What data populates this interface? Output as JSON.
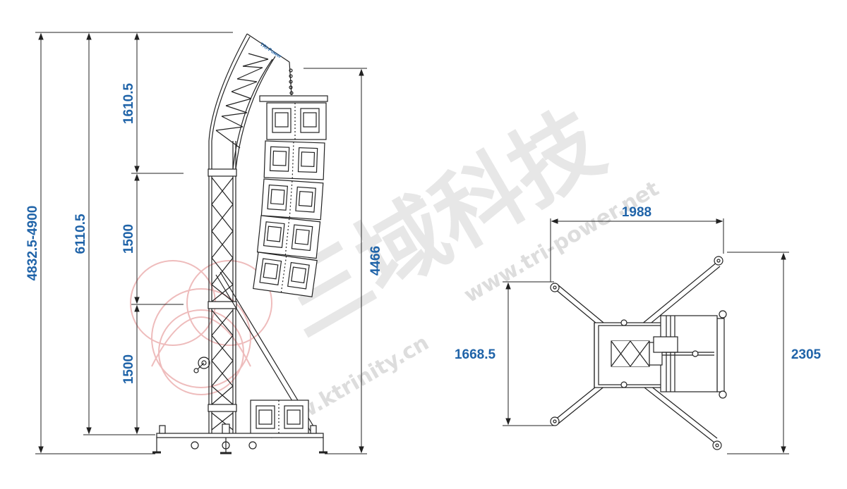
{
  "side_view": {
    "dimensions": {
      "overall_height": "4832.5-4900",
      "tower_height": "6110.5",
      "top_section": "1610.5",
      "middle_section": "1500",
      "bottom_section": "1500",
      "array_height": "4466"
    },
    "brand_label": "TRI-Power"
  },
  "top_view": {
    "dimensions": {
      "width": "1988",
      "left_depth": "1668.5",
      "right_depth": "2305"
    }
  },
  "watermark": {
    "chinese_text": "三域科技",
    "url_1": "www.tri-power.net",
    "url_2": "www.ktrinity.cn"
  },
  "colors": {
    "dimension_text": "#1f63a8",
    "line_art": "#222222",
    "watermark_gray": "#aaaaaa",
    "logo_red": "#e8a0a0"
  }
}
